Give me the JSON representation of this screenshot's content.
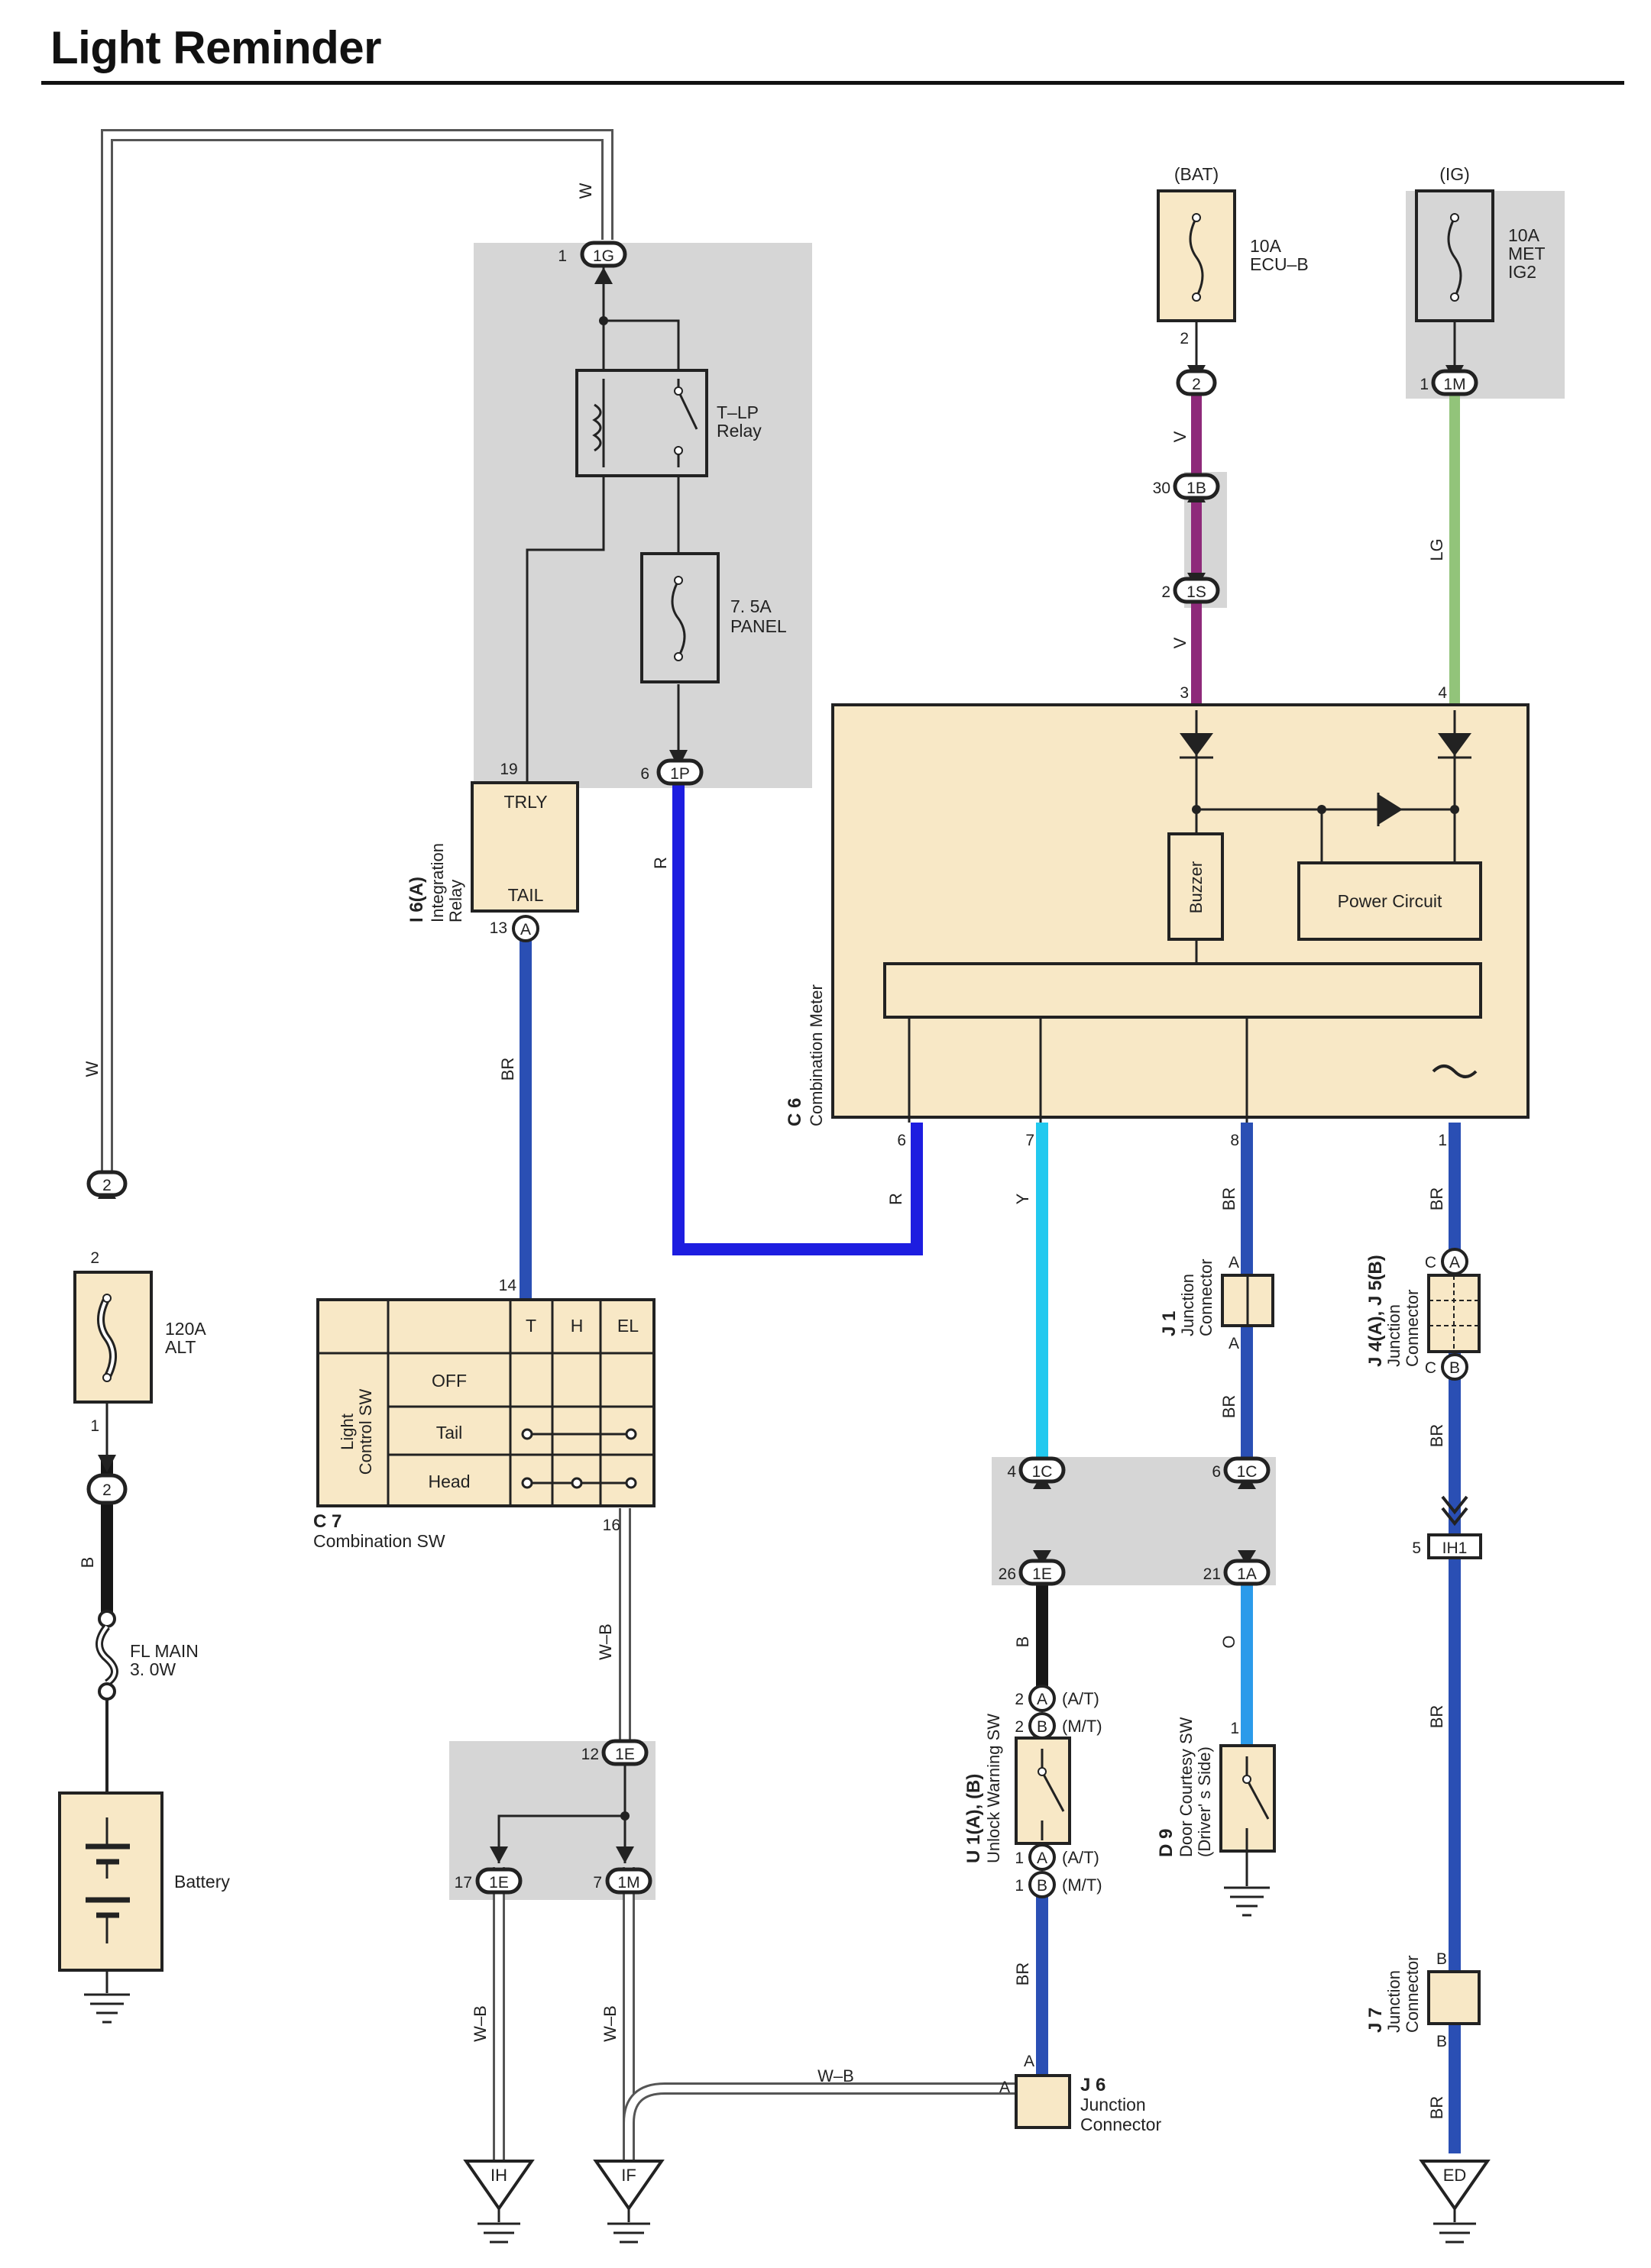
{
  "title": "Light Reminder",
  "colors": {
    "W": "#ffffff",
    "R": "#1d1de0",
    "BR": "#2a4fb4",
    "V": "#8e2a7a",
    "LG": "#92c47a",
    "Y": "#22c9ef",
    "O": "#2b9bea",
    "B": "#161616",
    "WB": "#ffffff",
    "gray_box": "#d6d6d6",
    "component_fill": "#f8e8c6"
  },
  "supplies": {
    "bat": "(BAT)",
    "ig": "(IG)"
  },
  "fuses": {
    "ecu_b": [
      "10A",
      "ECU–B"
    ],
    "met_ig2": [
      "10A",
      "MET",
      "IG2"
    ],
    "panel": [
      "7. 5A",
      "PANEL"
    ],
    "alt": [
      "120A",
      "ALT"
    ],
    "fl_main": [
      "FL MAIN",
      "3. 0W"
    ]
  },
  "relay": [
    "T–LP",
    "Relay"
  ],
  "battery": "Battery",
  "integration_relay": {
    "id": "I 6(A)",
    "name": [
      "Integration",
      "Relay"
    ],
    "pins": [
      "TRLY",
      "TAIL"
    ]
  },
  "combination_meter": {
    "id": "C 6",
    "name": "Combination Meter",
    "buzzer": "Buzzer",
    "power": "Power Circuit",
    "ac_symbol": "~"
  },
  "combination_sw": {
    "id": "C 7",
    "name": "Combination SW",
    "side": [
      "Light",
      "Control SW"
    ],
    "cols": [
      "T",
      "H",
      "EL"
    ],
    "rows": [
      "OFF",
      "Tail",
      "Head"
    ]
  },
  "j1": {
    "id": "J 1",
    "name": [
      "Junction",
      "Connector"
    ]
  },
  "j4j5": {
    "id": "J 4(A), J 5(B)",
    "name": [
      "Junction",
      "Connector"
    ]
  },
  "j6": {
    "id": "J 6",
    "name": [
      "Junction",
      "Connector"
    ]
  },
  "j7": {
    "id": "J 7",
    "name": [
      "Junction",
      "Connector"
    ]
  },
  "u1": {
    "id": "U 1(A), (B)",
    "name": "Unlock Warning SW",
    "at": "(A/T)",
    "mt": "(M/T)"
  },
  "d9": {
    "id": "D 9",
    "name": [
      "Door Courtesy SW",
      "(Driver' s Side)"
    ]
  },
  "grounds": [
    "IH",
    "IF",
    "ED"
  ],
  "wire_labels": {
    "w": "W",
    "v": "V",
    "lg": "LG",
    "r": "R",
    "br": "BR",
    "y": "Y",
    "b": "B",
    "o": "O",
    "wb": "W–B"
  },
  "connectors": {
    "1G": "1G",
    "1P": "1P",
    "2": "2",
    "1M": "1M",
    "1B": "1B",
    "1S": "1S",
    "A": "A",
    "B": "B",
    "1C": "1C",
    "1E": "1E",
    "1A": "1A",
    "IH1": "IH1"
  },
  "pins": {
    "p1": "1",
    "p2": "2",
    "p3": "3",
    "p4": "4",
    "p5": "5",
    "p6": "6",
    "p7": "7",
    "p8": "8",
    "p12": "12",
    "p13": "13",
    "p14": "14",
    "p16": "16",
    "p17": "17",
    "p19": "19",
    "p21": "21",
    "p26": "26",
    "p30": "30",
    "pA": "A",
    "pB": "B",
    "pC": "C"
  }
}
